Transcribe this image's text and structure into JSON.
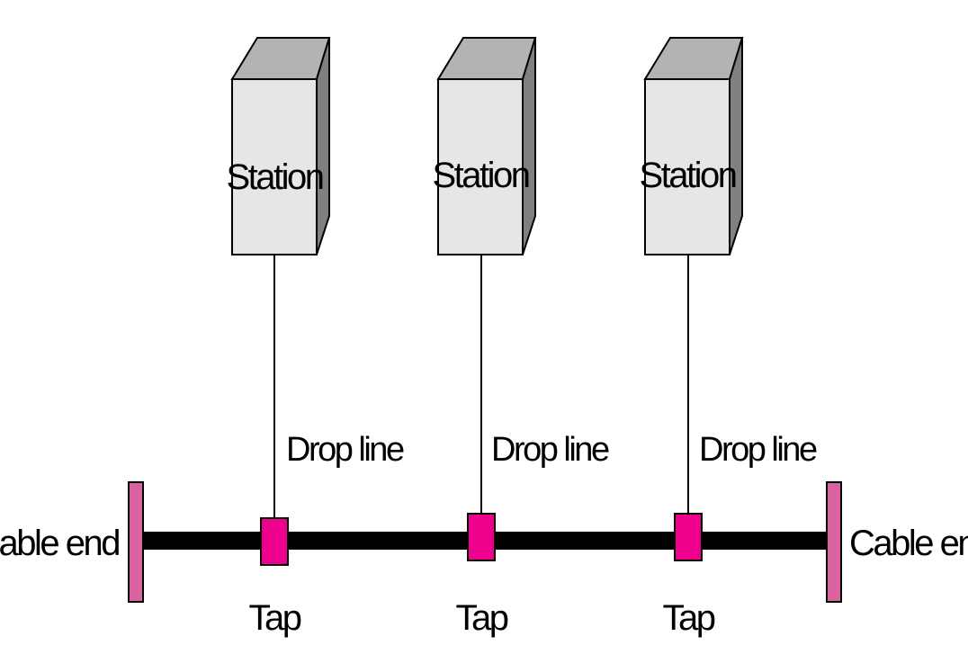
{
  "labels": {
    "station": "Station",
    "drop_line": "Drop line",
    "tap": "Tap",
    "cable_end": "Cable end"
  },
  "stations": [
    {
      "id": "station-1"
    },
    {
      "id": "station-2"
    },
    {
      "id": "station-3"
    }
  ],
  "colors": {
    "station_front": "#e6e6e6",
    "station_top": "#b3b3b3",
    "station_side": "#808080",
    "tap_fill": "#ec008c",
    "cable_end_fill": "#d9639f",
    "cable": "#000000",
    "stroke": "#000000"
  }
}
